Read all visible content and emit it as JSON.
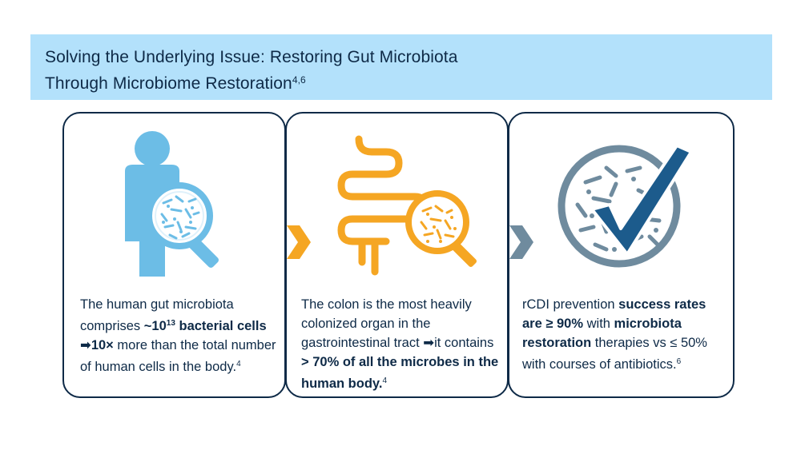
{
  "banner": {
    "title_line1": "Solving the Underlying Issue: Restoring Gut Microbiota",
    "title_line2": "Through Microbiome Restoration",
    "title_refs": "4,6"
  },
  "cards": [
    {
      "icon": "person-magnifier-icon",
      "text": {
        "t1": "The human gut microbiota comprises ",
        "b1": "~10",
        "b1_sup": "13",
        "b2": " bacterial cells ➡10×",
        "t2": " more than the total number of human cells in the body.",
        "ref": "4"
      }
    },
    {
      "icon": "intestine-magnifier-icon",
      "text": {
        "t1": "The colon is the most heavily colonized organ in the gastrointestinal tract ➡it contains ",
        "b1": "> 70% of all the microbes in the human body.",
        "ref": "4"
      }
    },
    {
      "icon": "microbe-checkmark-icon",
      "text": {
        "t1": "rCDI prevention ",
        "b1": "success rates are ≥ 90%",
        "t2": " with ",
        "b2": "microbiota restoration",
        "t3": " therapies vs ≤ 50% with courses of antibiotics.",
        "ref": "6"
      }
    }
  ],
  "colors": {
    "banner": "#b3e1fb",
    "navy": "#0e2a47",
    "person": "#6cbde6",
    "intestine": "#f5a623",
    "microbe_circle": "#6f8b9e",
    "check": "#1c5b8c"
  }
}
